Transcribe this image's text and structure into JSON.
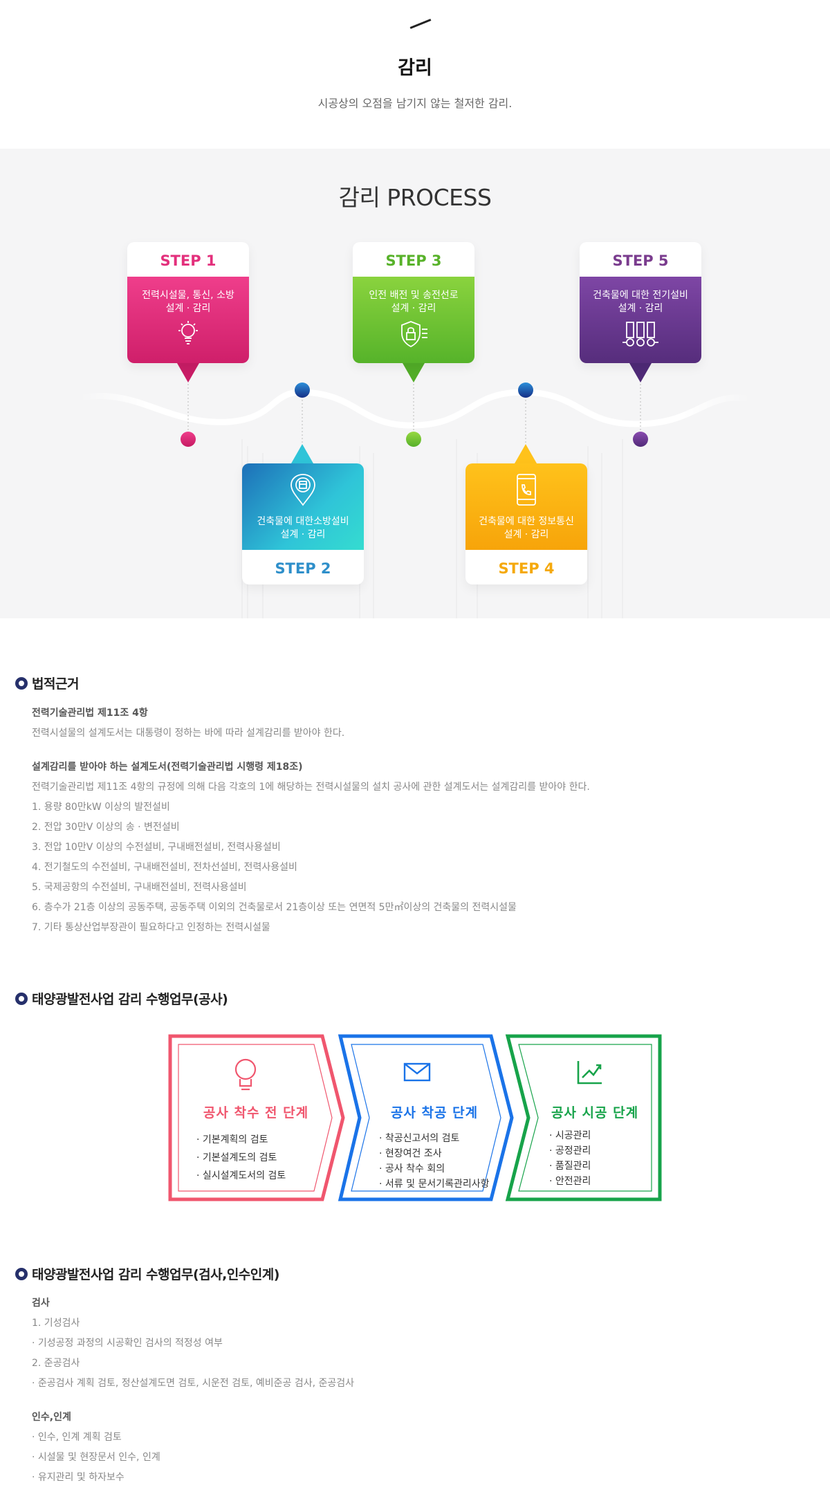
{
  "header": {
    "title": "감리",
    "subtitle": "시공상의 오점을 남기지 않는 철저한 감리."
  },
  "process": {
    "title": "감리 PROCESS",
    "steps": [
      {
        "label": "STEP 1",
        "desc_line1": "전력시설물, 통신, 소방",
        "desc_line2": "설계 · 감리",
        "icon": "lightbulb-icon"
      },
      {
        "label": "STEP 2",
        "desc_line1": "건축물에 대한소방설비",
        "desc_line2": "설계 · 감리",
        "icon": "fire-extinguisher-pin-icon"
      },
      {
        "label": "STEP 3",
        "desc_line1": "인전 배전 및 송전선로",
        "desc_line2": "설계 · 감리",
        "icon": "security-shield-icon"
      },
      {
        "label": "STEP 4",
        "desc_line1": "건축물에 대한 정보통신",
        "desc_line2": "설계 · 감리",
        "icon": "smartphone-call-icon"
      },
      {
        "label": "STEP 5",
        "desc_line1": "건축물에 대한 전기설비",
        "desc_line2": "설계 · 감리",
        "icon": "power-tower-icon"
      }
    ]
  },
  "legal": {
    "title": "법적근거",
    "block1_head": "전력기술관리법 제11조 4항",
    "block1_text": "전력시설물의 설계도서는 대통령이 정하는 바에 따라 설계감리를 받아야 한다.",
    "block2_head": "설계감리를 받아야 하는 설계도서(전력기술관리법 시행령 제18조)",
    "block2_text": "전력기술관리법 제11조 4항의 규정에 의해 다음 각호의 1에 해당하는 전력시설물의 설치 공사에 관한 설계도서는 설계감리를 받아야 한다.",
    "items": [
      "1. 용량 80만kW 이상의 발전설비",
      "2. 전압 30만V 이상의 송 · 변전설비",
      "3. 전압 10만V 이상의 수전설비, 구내배전설비, 전력사용설비",
      "4. 전기철도의 수전설비, 구내배전설비, 전차선설비, 전력사용설비",
      "5. 국제공항의 수전설비, 구내배전설비, 전력사용설비",
      "6. 층수가 21층 이상의 공동주택, 공동주택 이외의 건축물로서 21층이상 또는 연면적 5만㎡이상의 건축물의 전력시설물",
      "7. 기타 통상산업부장관이 필요하다고 인정하는 전력시설물"
    ]
  },
  "solar_work": {
    "title": "태양광발전사업 감리 수행업무(공사)",
    "stages": [
      {
        "title": "공사 착수 전 단계",
        "icon": "lightbulb-icon",
        "color": "#f0566e",
        "items": [
          "· 기본계획의 검토",
          "· 기본설계도의 검토",
          "· 실시설계도서의 검토"
        ]
      },
      {
        "title": "공사 착공 단계",
        "icon": "envelope-icon",
        "color": "#1a73e8",
        "items": [
          "· 착공신고서의 검토",
          "· 현장여건 조사",
          "· 공사 착수 회의",
          "· 서류 및 문서기록관리사항"
        ]
      },
      {
        "title": "공사 시공 단계",
        "icon": "chart-up-icon",
        "color": "#17a34a",
        "items": [
          "· 시공관리",
          "· 공정관리",
          "· 품질관리",
          "· 안전관리"
        ]
      }
    ]
  },
  "solar_inspect": {
    "title": "태양광발전사업 감리 수행업무(검사,인수인계)",
    "inspect_head": "검사",
    "inspect_items": [
      "1. 기성검사",
      " · 기성공정 과정의 시공확인 검사의 적정성 여부",
      "2. 준공검사",
      " · 준공검사 계획 검토, 정산설계도면 검토, 시운전 검토, 예비준공 검사, 준공검사"
    ],
    "handover_head": "인수,인계",
    "handover_items": [
      " · 인수, 인계 계획 검토",
      " · 시설물 및 현장문서 인수, 인계",
      " · 유지관리 및 하자보수"
    ]
  }
}
